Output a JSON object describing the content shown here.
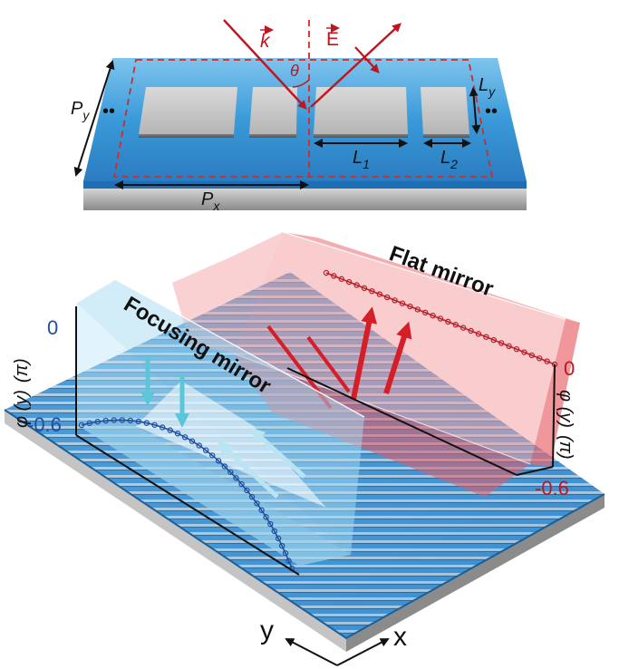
{
  "top_panel": {
    "wavevector_label": "k",
    "field_label": "E",
    "angle_label": "θ",
    "period_y_label": "P",
    "period_y_sub": "y",
    "period_x_label": "P",
    "period_x_sub": "x",
    "width_y_label": "L",
    "width_y_sub": "y",
    "length1_label": "L",
    "length1_sub": "1",
    "length2_label": "L",
    "length2_sub": "2",
    "continuation": "••"
  },
  "bottom_panel": {
    "focusing_label": "Focusing mirror",
    "flat_label": "Flat mirror",
    "focusing_axis": {
      "title_main": "φ (y)",
      "title_unit": "(π)",
      "tick_top": "0",
      "tick_bottom": "-0.6"
    },
    "flat_axis": {
      "title_main": "φ (y)",
      "title_unit": "(π)",
      "tick_top": "0",
      "tick_bottom": "-0.6"
    },
    "coord_y": "y",
    "coord_x": "x"
  },
  "colors": {
    "substrate_blue": "#2b8fd0",
    "blue_text": "#1f4fa0",
    "red_text": "#c0141e",
    "red_accent": "#d9232d",
    "dash_red": "#d12a2a"
  }
}
